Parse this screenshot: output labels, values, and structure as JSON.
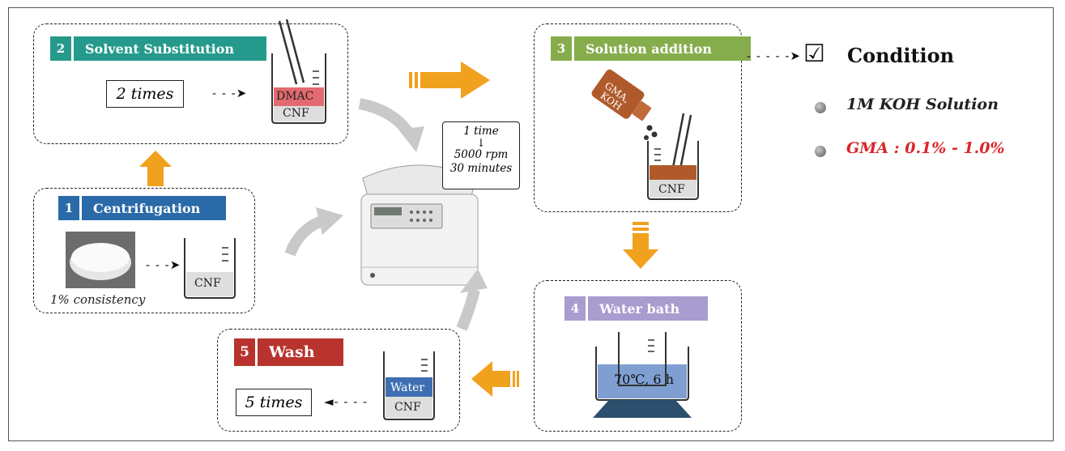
{
  "steps": {
    "s1": {
      "num": "1",
      "label": "Centrifugation",
      "color": "#2a6aa8",
      "caption": "1% consistency",
      "beaker": "CNF"
    },
    "s2": {
      "num": "2",
      "label": "Solvent Substitution",
      "color": "#259a8c",
      "times": "2 times",
      "top": "DMAC",
      "bottom": "CNF"
    },
    "s3": {
      "num": "3",
      "label": "Solution addition",
      "color": "#86ad4c",
      "bottle": "GMA, KOH",
      "beaker": "CNF"
    },
    "s4": {
      "num": "4",
      "label": "Water bath",
      "color": "#a99ccf",
      "temp": "70℃, 6 h"
    },
    "s5": {
      "num": "5",
      "label": "Wash",
      "color": "#b8332d",
      "times": "5 times",
      "top": "Water",
      "bottom": "CNF"
    }
  },
  "centrifuge": {
    "line1": "1 time",
    "arrow": "↓",
    "line2": "5000 rpm",
    "line3": "30 minutes"
  },
  "condition": {
    "check": "☑",
    "title": "Condition",
    "items": [
      {
        "text": "1M KOH Solution",
        "color": "#222222"
      },
      {
        "text": "GMA : 0.1% - 1.0%",
        "color": "#d9262b"
      }
    ]
  },
  "colors": {
    "orange": "#f0a11d",
    "gray_arrow": "#c9c9c9",
    "dmac": "#e36b70",
    "water": "#3f6fb2",
    "brown": "#b05a2b",
    "navy": "#2d4f6e"
  }
}
